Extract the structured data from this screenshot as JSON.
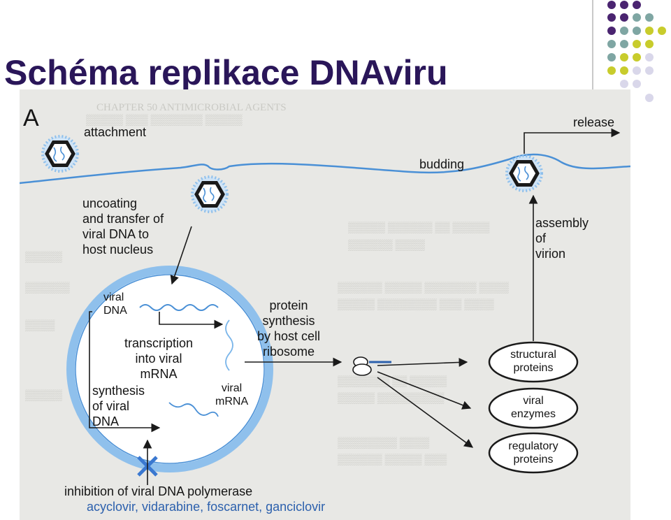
{
  "slide": {
    "title": "Schéma replikace DNAviru"
  },
  "colors": {
    "title": "#2a1659",
    "dot_purple": "#4a2470",
    "dot_teal": "#7fa6a3",
    "dot_lime": "#c8cc2c",
    "dot_lavender": "#d9d7ea",
    "membrane_blue": "#4a90d6",
    "drug_text": "#2c60ad",
    "inhibition_x": "#3a78d0"
  },
  "figure": {
    "panel_letter": "A",
    "labels": {
      "attachment": "attachment",
      "uncoating": "uncoating\nand transfer of\nviral DNA to\nhost nucleus",
      "viral_dna": "viral\nDNA",
      "transcription": "transcription\ninto viral\nmRNA",
      "viral_mrna": "viral\nmRNA",
      "synthesis": "synthesis\nof viral\nDNA",
      "protein_synthesis": "protein\nsynthesis\nby host cell\nribosome",
      "budding": "budding",
      "release": "release",
      "assembly": "assembly\nof\nvirion",
      "structural": "structural\nproteins",
      "enzymes": "viral\nenzymes",
      "regulatory": "regulatory\nproteins",
      "inhibition": "inhibition of viral DNA polymerase",
      "drugs": "acyclovir, vidarabine, foscarnet, ganciclovir"
    }
  }
}
